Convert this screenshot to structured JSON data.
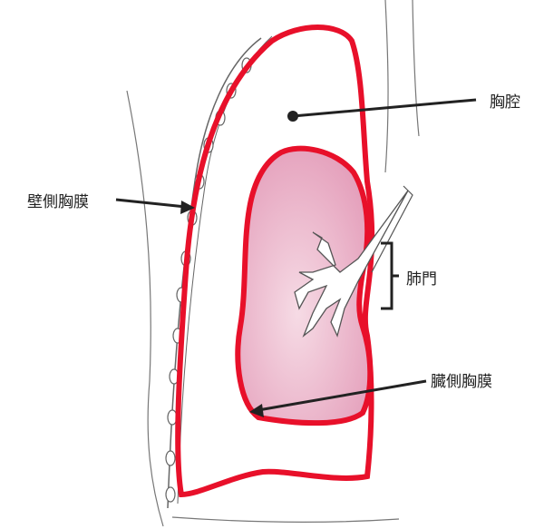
{
  "labels": {
    "thoracic_cavity": "胸腔",
    "parietal_pleura": "壁側胸膜",
    "hilum": "肺門",
    "visceral_pleura": "臓側胸膜"
  },
  "colors": {
    "pleura_line": "#e8102a",
    "lung_fill": "#e8a6c0",
    "lung_light": "#f4d3df",
    "outline": "#555555"
  }
}
